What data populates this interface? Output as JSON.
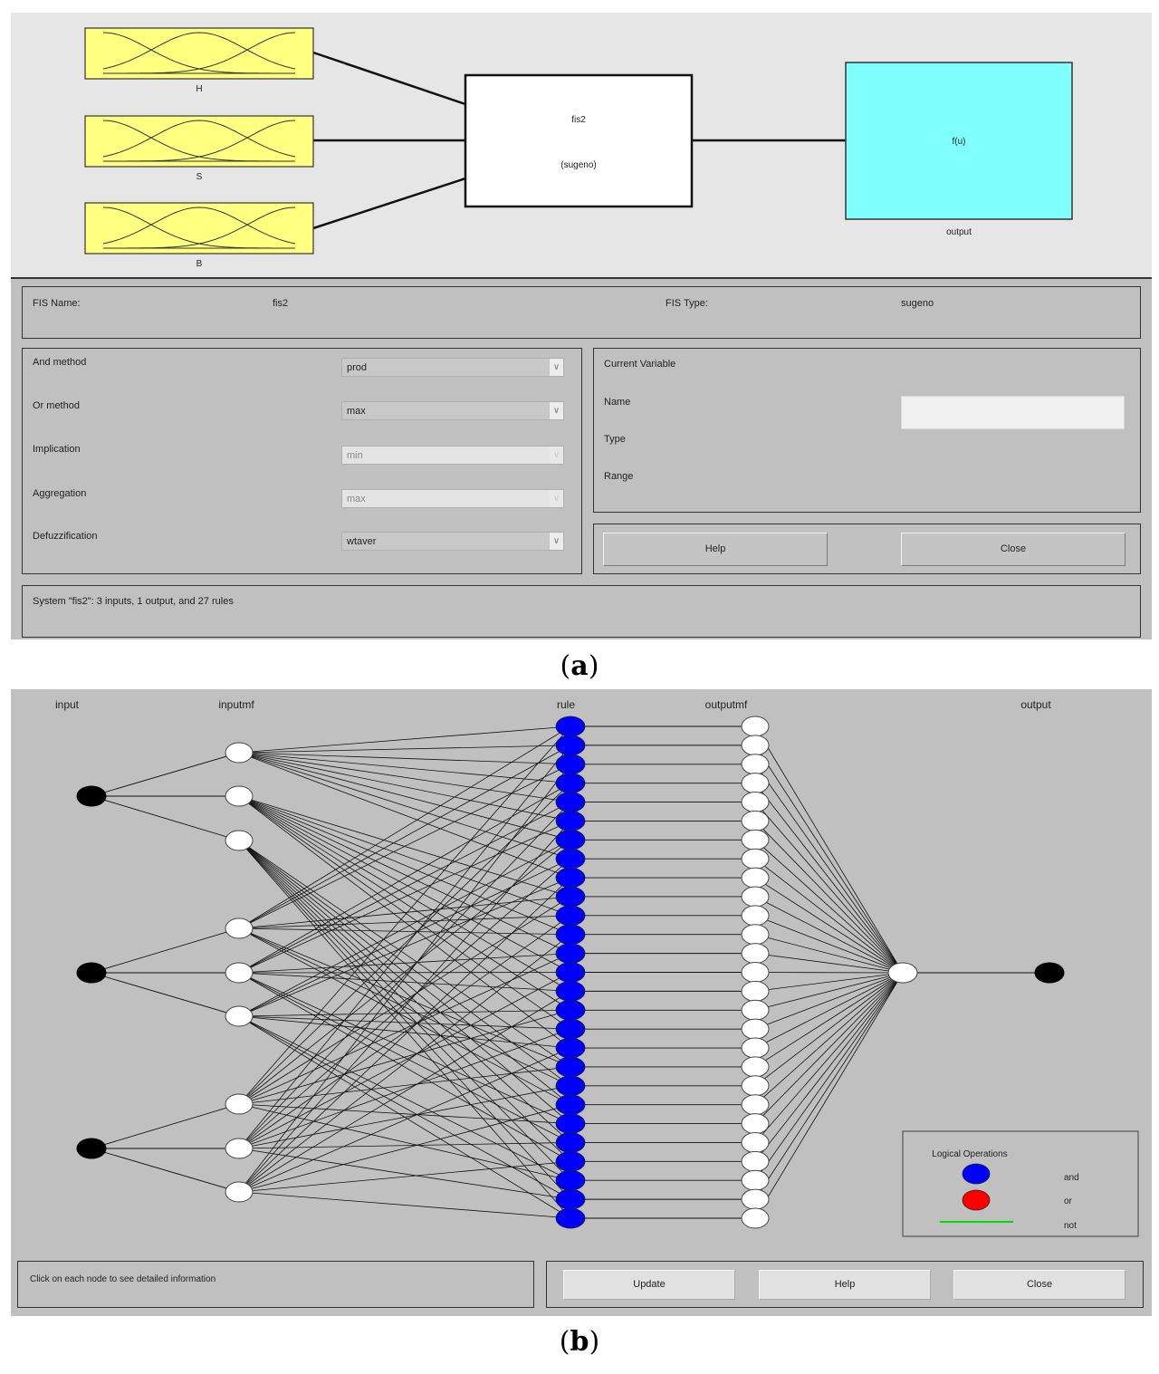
{
  "panel_a": {
    "inputs": [
      {
        "name": "H"
      },
      {
        "name": "S"
      },
      {
        "name": "B"
      }
    ],
    "fis_block": {
      "name": "fis2",
      "type_label": "(sugeno)"
    },
    "output_block": {
      "function_label": "f(u)",
      "name": "output"
    },
    "colors": {
      "input_fill": "#ffff80",
      "output_fill": "#80ffff",
      "fis_fill": "#ffffff"
    },
    "fis_name_label": "FIS Name:",
    "fis_name_value": "fis2",
    "fis_type_label": "FIS Type:",
    "fis_type_value": "sugeno",
    "methods": [
      {
        "label": "And method",
        "value": "prod",
        "enabled": true
      },
      {
        "label": "Or method",
        "value": "max",
        "enabled": true
      },
      {
        "label": "Implication",
        "value": "min",
        "enabled": false
      },
      {
        "label": "Aggregation",
        "value": "max",
        "enabled": false
      },
      {
        "label": "Defuzzification",
        "value": "wtaver",
        "enabled": true
      }
    ],
    "current_variable": {
      "title": "Current Variable",
      "name_label": "Name",
      "name_value": "",
      "type_label": "Type",
      "range_label": "Range"
    },
    "buttons": {
      "help": "Help",
      "close": "Close"
    },
    "status": "System \"fis2\": 3 inputs, 1 output, and 27 rules",
    "caption_open": "(",
    "caption_letter": "a",
    "caption_close": ")"
  },
  "panel_b": {
    "column_labels": {
      "input": "input",
      "inputmf": "inputmf",
      "rule": "rule",
      "outputmf": "outputmf",
      "output": "output"
    },
    "input_count": 3,
    "mfs_per_input": 3,
    "rule_count": 27,
    "rule_operation": "and",
    "colors": {
      "and": "#0000ff",
      "or": "#ff0000",
      "not": "#00dd00",
      "input_node": "#000000",
      "mf_node": "#ffffff"
    },
    "legend": {
      "title": "Logical Operations",
      "items": [
        {
          "label": "and",
          "symbol": "blue-ellipse"
        },
        {
          "label": "or",
          "symbol": "red-ellipse"
        },
        {
          "label": "not",
          "symbol": "green-line"
        }
      ]
    },
    "info_text": "Click on each node to see detailed information",
    "buttons": {
      "update": "Update",
      "help": "Help",
      "close": "Close"
    },
    "caption_open": "(",
    "caption_letter": "b",
    "caption_close": ")"
  }
}
